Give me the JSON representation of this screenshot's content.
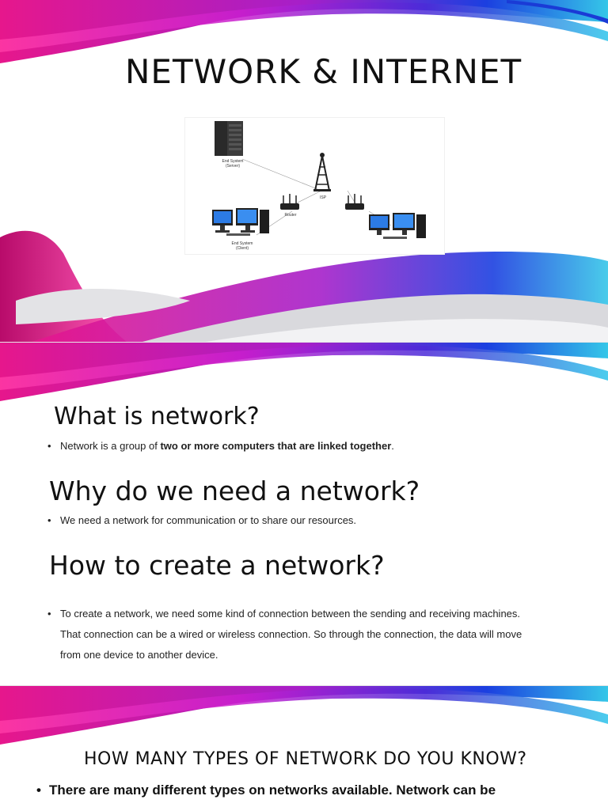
{
  "slides": [
    {
      "title": "NETWORK & INTERNET",
      "diagram": {
        "server_label_1": "End System",
        "server_label_2": "(Server)",
        "isp_label": "ISP",
        "router_label": "Router",
        "client_label_1": "End System",
        "client_label_2": "(Client)"
      }
    },
    {
      "sections": [
        {
          "heading": "What is network?",
          "bullet_pre": "Network is a group of ",
          "bullet_bold": "two or more computers that are linked together",
          "bullet_post": "."
        },
        {
          "heading": "Why do we need a network?",
          "bullet": "We need a network for communication or to share our resources."
        },
        {
          "heading": "How to create a network?",
          "bullet_lines": [
            "To create a network, we need some kind of connection between the sending and receiving machines.",
            "That connection can be a wired or wireless connection. So through the connection, the data will move",
            "from one device to another device."
          ]
        }
      ]
    },
    {
      "title": "HOW MANY TYPES OF NETWORK DO YOU KNOW?",
      "bullet": "There are many different types on networks available. Network can be"
    }
  ],
  "colors": {
    "magenta": "#e6178c",
    "purple": "#7a1fd6",
    "blue": "#1b5be0",
    "cyan": "#35c6e8"
  }
}
